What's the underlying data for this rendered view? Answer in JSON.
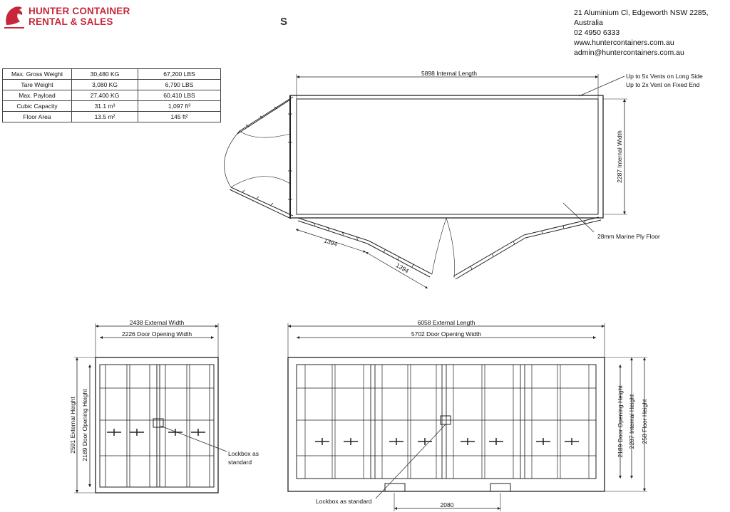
{
  "header": {
    "brand_line1": "HUNTER CONTAINER",
    "brand_line2": "RENTAL & SALES",
    "title_letter": "S",
    "address": "21 Aluminium Cl, Edgeworth NSW 2285, Australia",
    "phone": "02 4950 6333",
    "website": "www.huntercontainers.com.au",
    "email": "admin@huntercontainers.com.au"
  },
  "specs": [
    {
      "label": "Max. Gross Weight",
      "metric": "30,480 KG",
      "imperial": "67,200 LBS"
    },
    {
      "label": "Tare Weight",
      "metric": "3,080 KG",
      "imperial": "6,790 LBS"
    },
    {
      "label": "Max. Payload",
      "metric": "27,400 KG",
      "imperial": "60,410 LBS"
    },
    {
      "label": "Cubic Capacity",
      "metric": "31.1 m³",
      "imperial": "1,097 ft³"
    },
    {
      "label": "Floor Area",
      "metric": "13.5 m²",
      "imperial": "145 ft²"
    }
  ],
  "plan_view": {
    "internal_length": "5898 Internal Length",
    "internal_width": "2287 Internal Width",
    "vents_note_1": "Up to 5x Vents on Long Side",
    "vents_note_2": "Up to 2x Vent on Fixed End",
    "floor_note": "28mm Marine Ply Floor",
    "door_leaf_1": "1394",
    "door_leaf_2": "1394"
  },
  "end_view": {
    "external_width": "2438 External Width",
    "door_opening_width": "2226 Door Opening Width",
    "external_height": "2591 External Height",
    "door_opening_height": "2189 Door Opening Height",
    "lockbox_line1": "Lockbox as",
    "lockbox_line2": "standard"
  },
  "side_view": {
    "external_length": "6058 External Length",
    "door_opening_width": "5702 Door Opening Width",
    "door_opening_height": "2189 Door Opening Height",
    "internal_height": "2287 Internal Height",
    "floor_height": "258 Floor Height",
    "lockbox": "Lockbox as standard",
    "forklift_spacing": "2080"
  },
  "colors": {
    "brand": "#c8263a",
    "line": "#222222"
  }
}
